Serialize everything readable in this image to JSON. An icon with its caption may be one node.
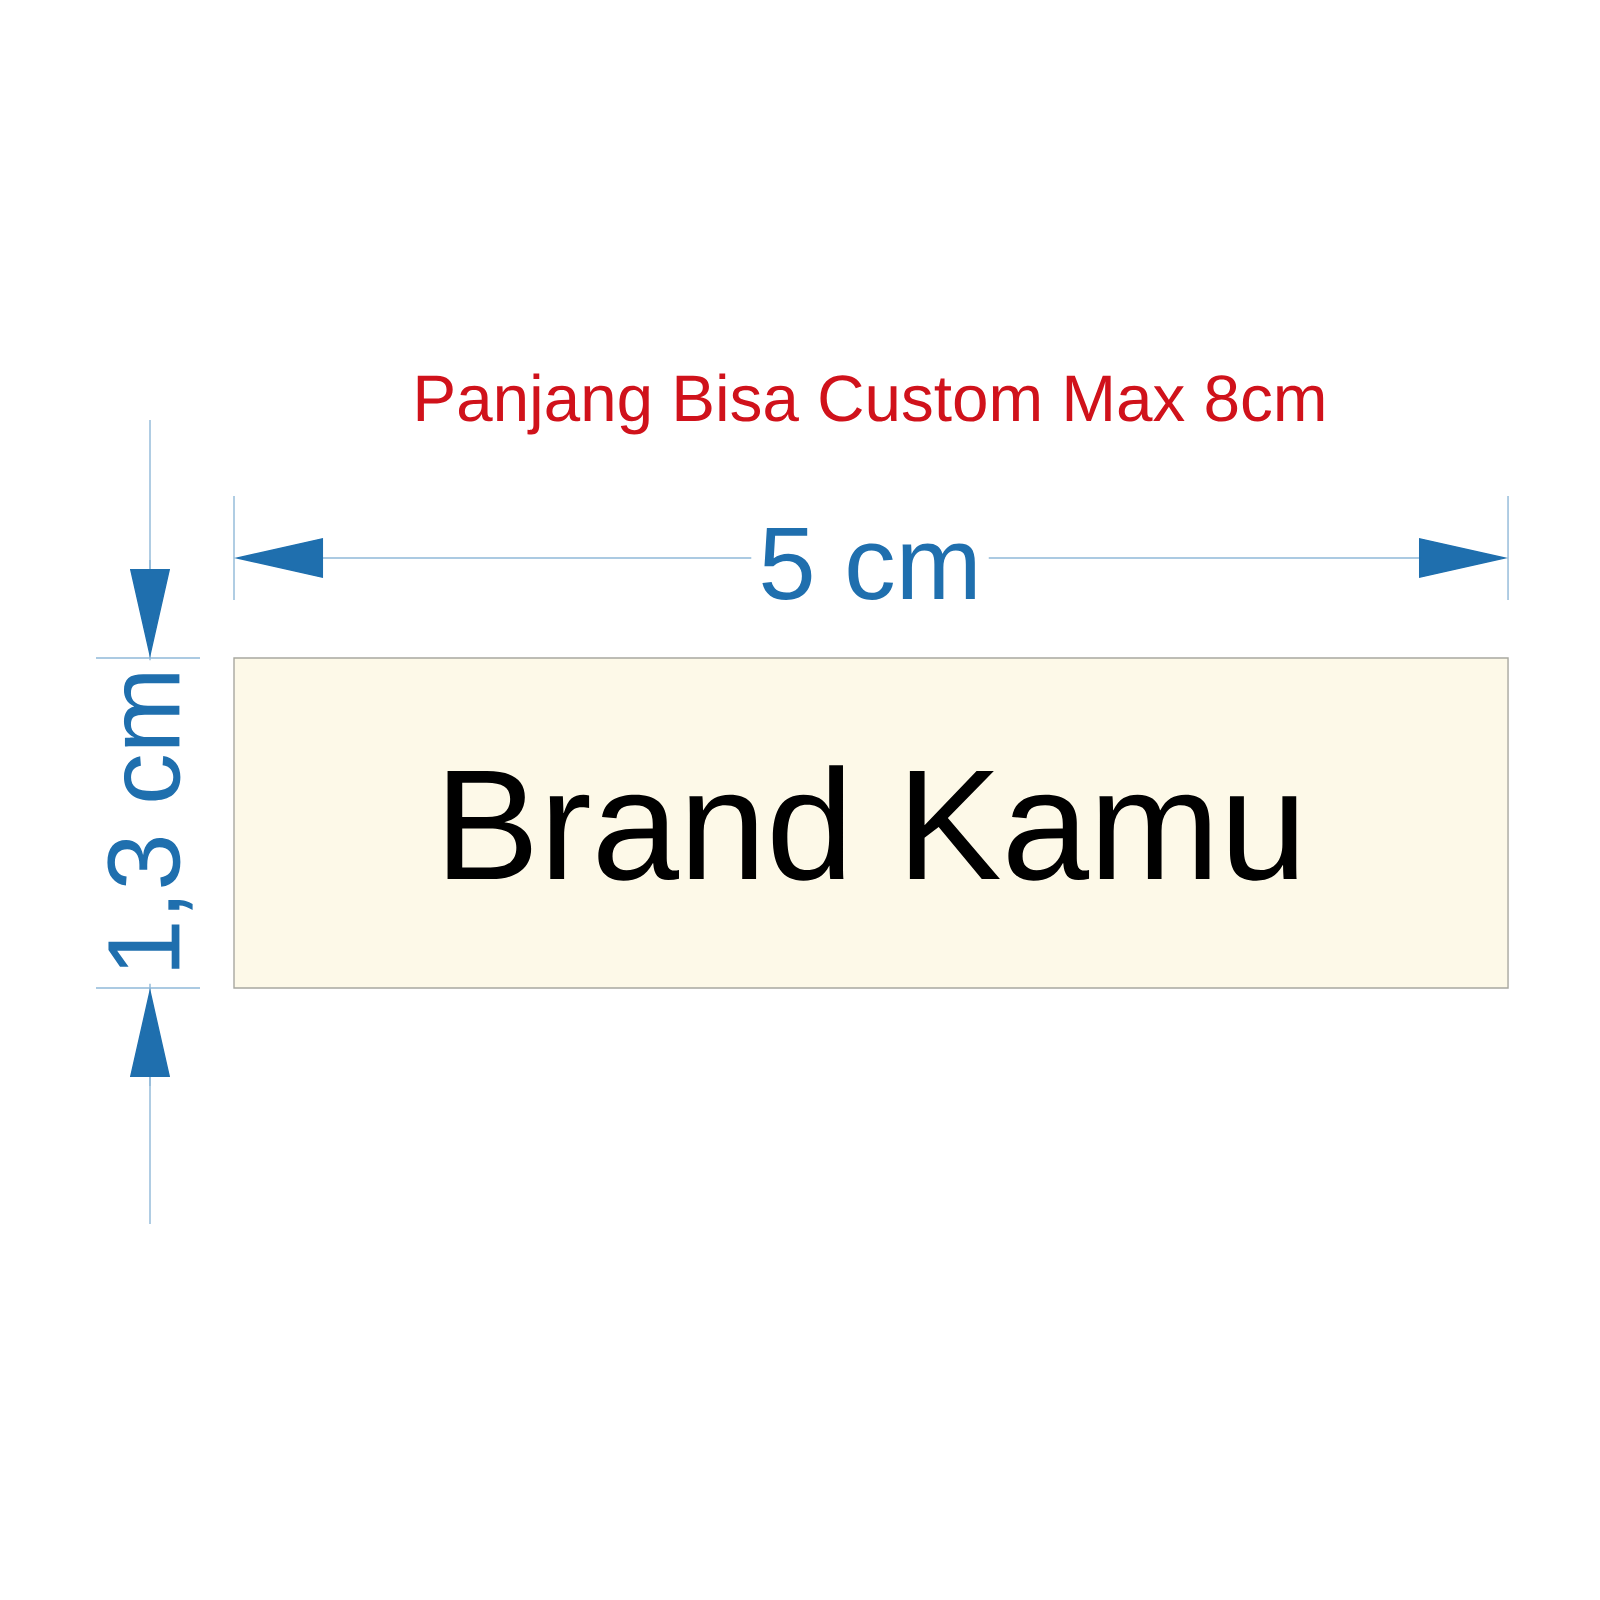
{
  "diagram": {
    "nodes": [
      {
        "text": [
          "Brand Kamu"
        ]
      }
    ],
    "labels": [
      "Panjang Bisa Custom Max 8cm",
      "5 cm",
      "1,3 cm"
    ]
  }
}
